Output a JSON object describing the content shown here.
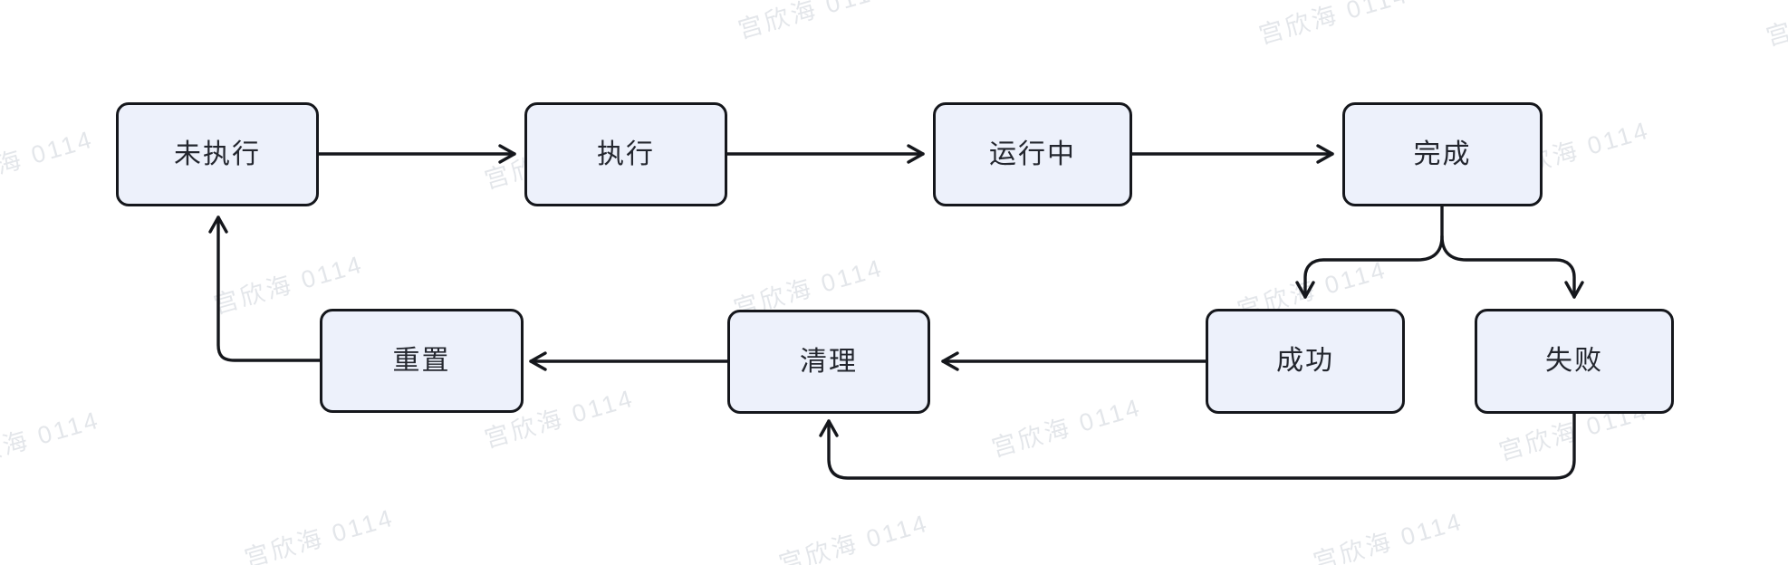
{
  "diagram": {
    "watermark_text": "宫欣海 0114",
    "nodes": [
      {
        "id": "not-executed",
        "label": "未执行"
      },
      {
        "id": "execute",
        "label": "执行"
      },
      {
        "id": "running",
        "label": "运行中"
      },
      {
        "id": "complete",
        "label": "完成"
      },
      {
        "id": "reset",
        "label": "重置"
      },
      {
        "id": "cleanup",
        "label": "清理"
      },
      {
        "id": "success",
        "label": "成功"
      },
      {
        "id": "failure",
        "label": "失败"
      }
    ],
    "edges": [
      {
        "from": "未执行",
        "to": "执行"
      },
      {
        "from": "执行",
        "to": "运行中"
      },
      {
        "from": "运行中",
        "to": "完成"
      },
      {
        "from": "完成",
        "to": "成功"
      },
      {
        "from": "完成",
        "to": "失败"
      },
      {
        "from": "成功",
        "to": "清理"
      },
      {
        "from": "失败",
        "to": "清理"
      },
      {
        "from": "清理",
        "to": "重置"
      },
      {
        "from": "重置",
        "to": "未执行"
      }
    ],
    "colors": {
      "background": "#ffffff",
      "node_fill": "#edf1fb",
      "node_border": "#15171c",
      "edge_stroke": "#15171c",
      "node_text": "#23262e",
      "watermark": "#97a0af"
    }
  }
}
